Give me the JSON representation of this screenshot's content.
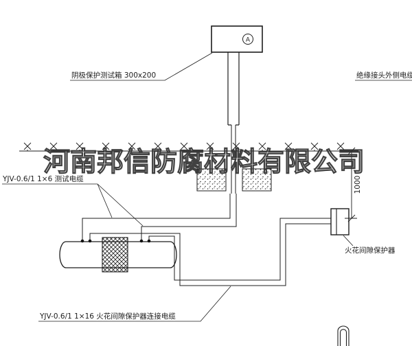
{
  "watermark": {
    "text": "河南邦信防腐材料有限公司"
  },
  "test_box": {
    "label": "阴极保护测试箱 300x200",
    "ammeter": "A"
  },
  "cables": {
    "outer_cable_label": "绝缘接头外侧电缆",
    "test_cable_label": "YJV-0.6/1  1×6   测试电缆",
    "spark_cable_label": "YJV-0.6/1  1×16   火花间隙保护器连接电缆"
  },
  "spark_gap": {
    "label": "火花间隙保护器"
  },
  "dimension": {
    "value": "1000"
  },
  "colors": {
    "line": "#1c1c1c",
    "background": "#ffffff",
    "watermark": "#333333"
  }
}
